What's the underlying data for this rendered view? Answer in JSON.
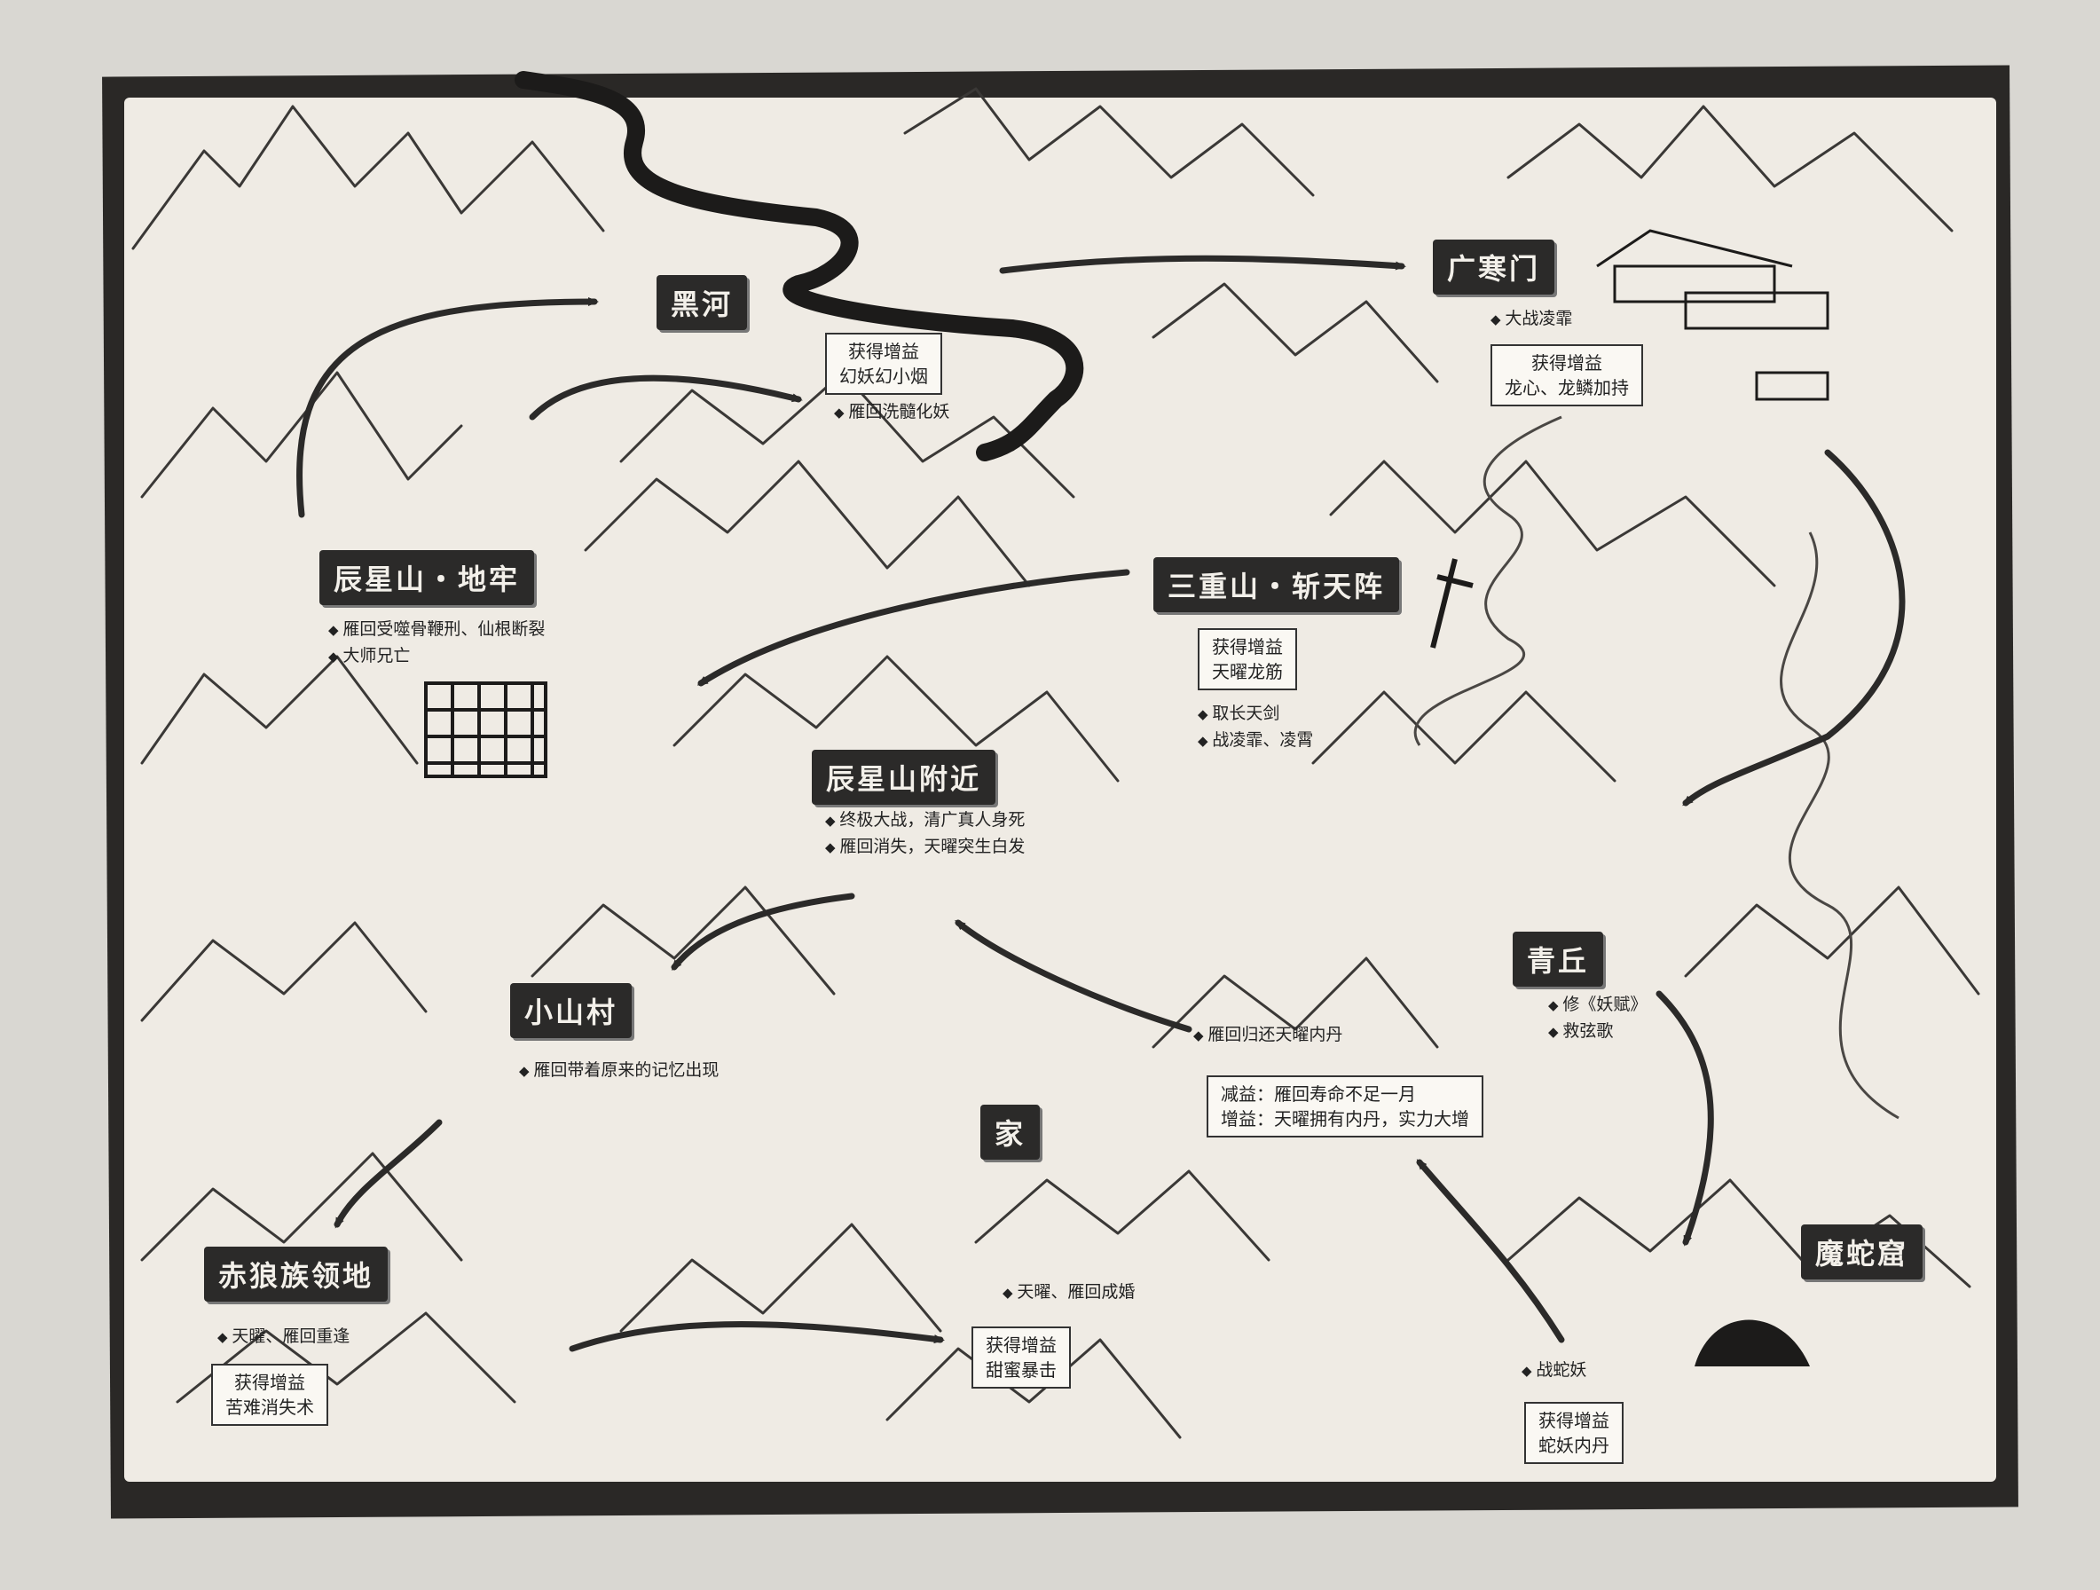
{
  "locations": {
    "heihe": "黑河",
    "guanghanmen": "广寒门",
    "chenxingshan_dilao": "辰星山・地牢",
    "sanchongshan": "三重山・斩天阵",
    "chenxingshan_fujin": "辰星山附近",
    "xiaoshancun": "小山村",
    "qingqiu": "青丘",
    "jia": "家",
    "chilang": "赤狼族领地",
    "moshequ": "魔蛇窟"
  },
  "notes": {
    "heihe": [
      "雁回洗髓化妖"
    ],
    "guanghanmen": [
      "大战凌霏"
    ],
    "dilao": [
      "雁回受噬骨鞭刑、仙根断裂",
      "大师兄亡"
    ],
    "sanchongshan": [
      "取长天剑",
      "战凌霏、凌霄"
    ],
    "fujin": [
      "终极大战，清广真人身死",
      "雁回消失，天曜突生白发"
    ],
    "xiaoshancun": [
      "雁回带着原来的记忆出现"
    ],
    "qingqiu": [
      "修《妖赋》",
      "救弦歌"
    ],
    "neidan": [
      "雁回归还天曜内丹"
    ],
    "jia": [
      "天曜、雁回成婚"
    ],
    "chilang": [
      "天曜、雁回重逢"
    ],
    "moshe": [
      "战蛇妖"
    ]
  },
  "boons": {
    "heihe": [
      "获得增益",
      "幻妖幻小烟"
    ],
    "guanghanmen": [
      "获得增益",
      "龙心、龙鳞加持"
    ],
    "sanchongshan": [
      "获得增益",
      "天曜龙筋"
    ],
    "neidan": [
      "减益：雁回寿命不足一月",
      "增益：天曜拥有内丹，实力大增"
    ],
    "jia": [
      "获得增益",
      "甜蜜暴击"
    ],
    "chilang": [
      "获得增益",
      "苦难消失术"
    ],
    "moshe": [
      "获得增益",
      "蛇妖内丹"
    ]
  }
}
